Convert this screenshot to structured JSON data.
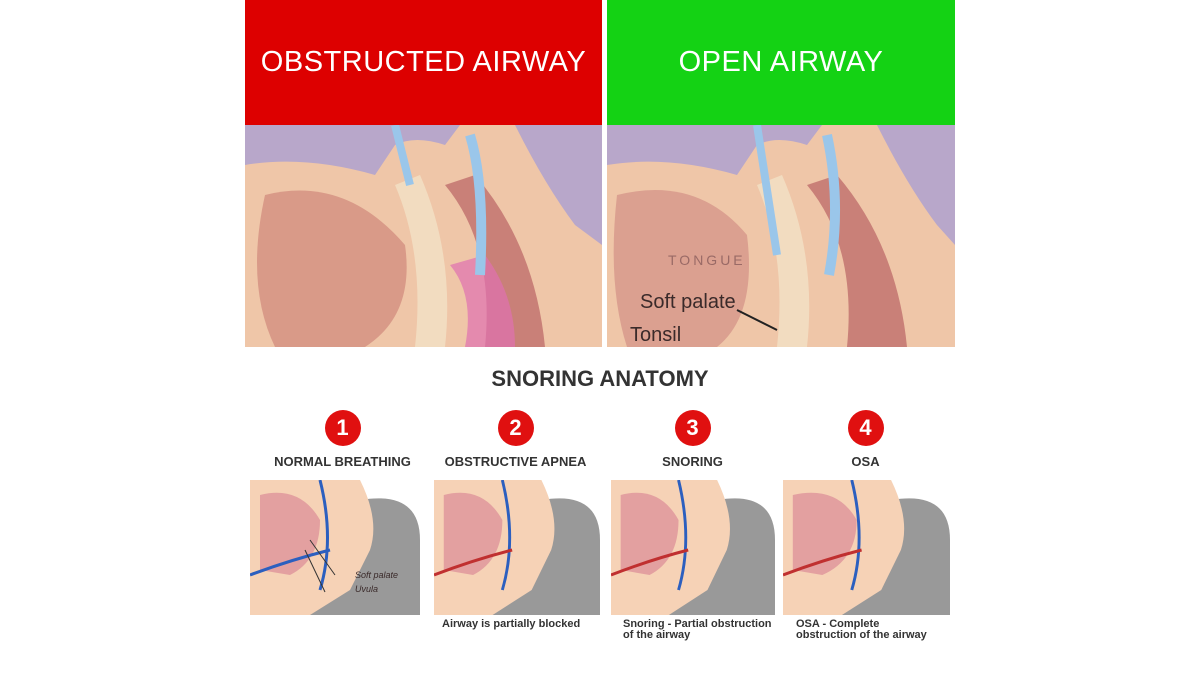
{
  "panels": [
    {
      "header": "OBSTRUCTED AIRWAY",
      "color": "#dd0000"
    },
    {
      "header": "OPEN AIRWAY",
      "color": "#14d214",
      "labels": {
        "tongue": "TONGUE",
        "soft_palate": "Soft palate",
        "tonsil": "Tonsil"
      }
    }
  ],
  "title": "SNORING ANATOMY",
  "steps": [
    {
      "number": "1",
      "name": "NORMAL BREATHING",
      "labels": {
        "soft_palate": "Soft palate",
        "uvula": "Uvula"
      },
      "caption": ""
    },
    {
      "number": "2",
      "name": "OBSTRUCTIVE APNEA",
      "caption": "Airway is partially blocked"
    },
    {
      "number": "3",
      "name": "SNORING",
      "caption": "Snoring - Partial obstruction of the airway"
    },
    {
      "number": "4",
      "name": "OSA",
      "caption": "OSA - Complete obstruction of the airway"
    }
  ]
}
